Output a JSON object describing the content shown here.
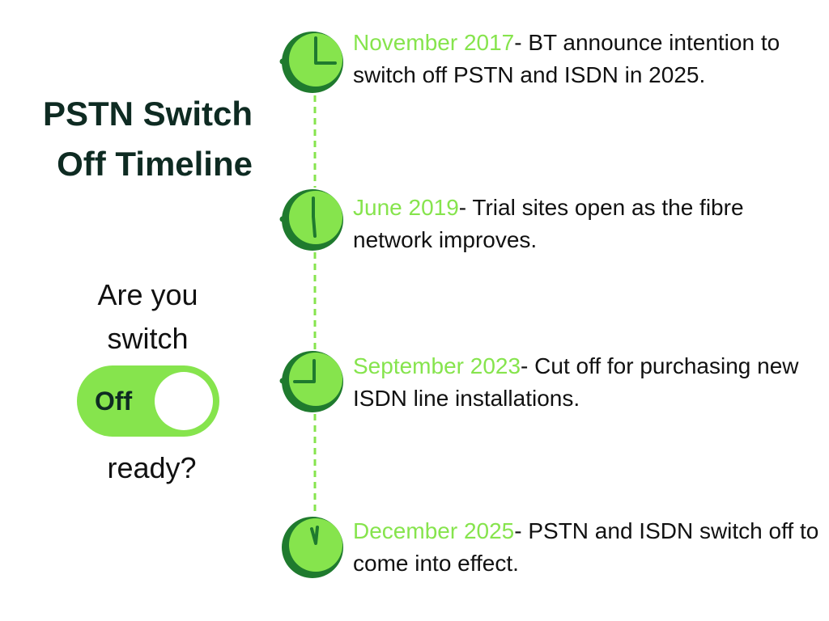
{
  "title": {
    "line1": "PSTN Switch",
    "line2": "Off Timeline"
  },
  "side": {
    "question_line1": "Are you",
    "question_line2": "switch",
    "toggle_label": "Off",
    "question_line3": "ready?"
  },
  "events": [
    {
      "date": "November 2017",
      "text": "- BT announce intention to switch off PSTN and ISDN in 2025."
    },
    {
      "date": "June 2019",
      "text": "- Trial sites open as the fibre network improves."
    },
    {
      "date": "September 2023",
      "text": "- Cut off for purchasing new ISDN line installations."
    },
    {
      "date": "December 2025",
      "text": "- PSTN and ISDN switch off to come into effect."
    }
  ],
  "colors": {
    "accent_green": "#86e44d",
    "dark_green": "#1f7a2e",
    "title_color": "#0e2b22"
  },
  "icons": [
    "clock-icon"
  ]
}
